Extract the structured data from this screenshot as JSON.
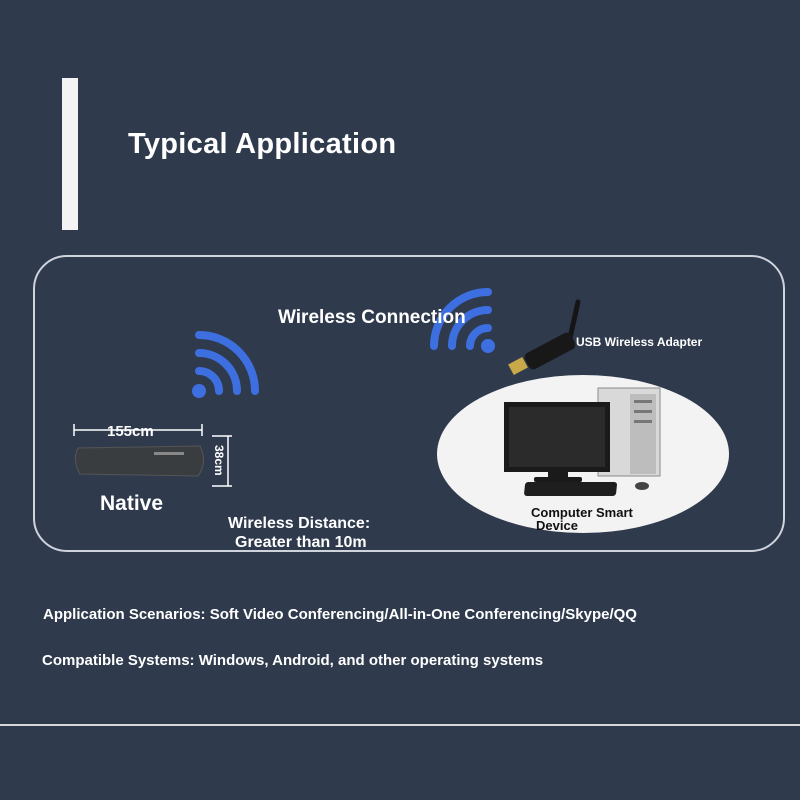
{
  "header": {
    "title": "Typical Application"
  },
  "diagram": {
    "wireless_connection": "Wireless Connection",
    "usb_adapter_label": "USB Wireless Adapter",
    "device_width": "155cm",
    "device_height": "38cm",
    "native_label": "Native",
    "distance_line1": "Wireless Distance:",
    "distance_line2": "Greater than 10m",
    "computer_label_line1": "Computer Smart",
    "computer_label_line2": "Device"
  },
  "info": {
    "scenarios": "Application Scenarios: Soft Video Conferencing/All-in-One Conferencing/Skype/QQ",
    "compatible": "Compatible Systems: Windows, Android, and other operating systems"
  },
  "colors": {
    "background": "#2f3a4d",
    "wifi_blue": "#3d6fe0",
    "text": "#ffffff"
  }
}
